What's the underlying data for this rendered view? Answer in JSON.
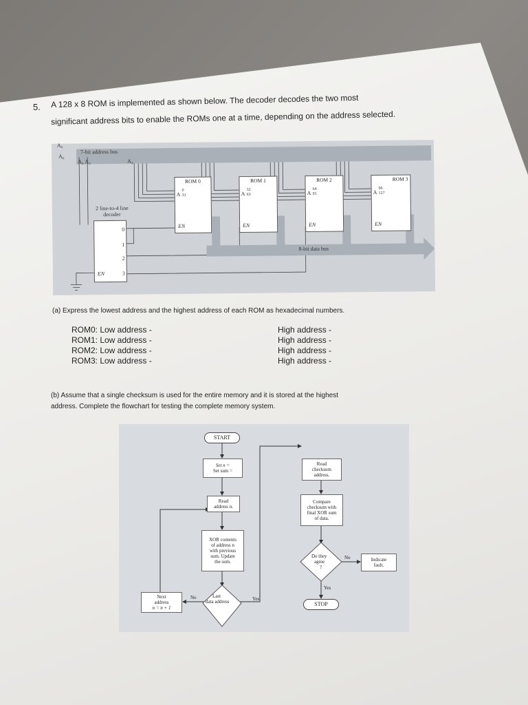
{
  "question": {
    "number": "5.",
    "line1": "A 128 x 8 ROM is implemented as shown below. The decoder decodes the two most",
    "line2": "significant address bits to enable the ROMs one at a time, depending on the address selected."
  },
  "figure": {
    "bus_label": "7-bit address bus",
    "a0": "A₀",
    "a6": "A₆",
    "a6a5": "A₆ A₅",
    "a4": "A₄",
    "decoder_label": "2 line-to-4 line decoder",
    "decoder_outputs": [
      "0",
      "1",
      "2",
      "3"
    ],
    "en": "EN",
    "data_bus_label": "8-bit data bus",
    "roms": [
      {
        "name": "ROM 0",
        "range_top": "0",
        "range_bottom": "31"
      },
      {
        "name": "ROM 1",
        "range_top": "32",
        "range_bottom": "63"
      },
      {
        "name": "ROM 2",
        "range_top": "64",
        "range_bottom": "95"
      },
      {
        "name": "ROM 3",
        "range_top": "96",
        "range_bottom": "127"
      }
    ],
    "rom_a": "A"
  },
  "part_a": {
    "text": "(a)  Express the lowest address and the highest address of each ROM as hexadecimal numbers.",
    "rows": [
      {
        "low": "ROM0:  Low address -",
        "high": "High address -"
      },
      {
        "low": "ROM1:  Low address -",
        "high": "High address -"
      },
      {
        "low": "ROM2:  Low address -",
        "high": "High address -"
      },
      {
        "low": "ROM3:  Low address -",
        "high": "High address -"
      }
    ]
  },
  "part_b": {
    "line1": "(b) Assume that a single checksum is used for the entire memory and it is stored at the highest",
    "line2": "address. Complete the flowchart for testing the complete memory system."
  },
  "flowchart": {
    "start": "START",
    "set_n": "Set n =",
    "set_sum": "Set sum =",
    "read_address": [
      "Read",
      "address n."
    ],
    "xor": [
      "XOR contents",
      "of address n",
      "with previous",
      "sum. Update",
      "the sum."
    ],
    "last": [
      "Last",
      "data address"
    ],
    "next": [
      "Next",
      "address",
      "n = n + 1"
    ],
    "no": "No",
    "yes": "Yes",
    "read_checksum": [
      "Read",
      "checksum",
      "address."
    ],
    "compare": [
      "Compare",
      "checksum with",
      "final XOR sum",
      "of data."
    ],
    "agree": [
      "Do they",
      "agree",
      "?"
    ],
    "indicate": [
      "Indicate",
      "fault."
    ],
    "stop": "STOP"
  }
}
